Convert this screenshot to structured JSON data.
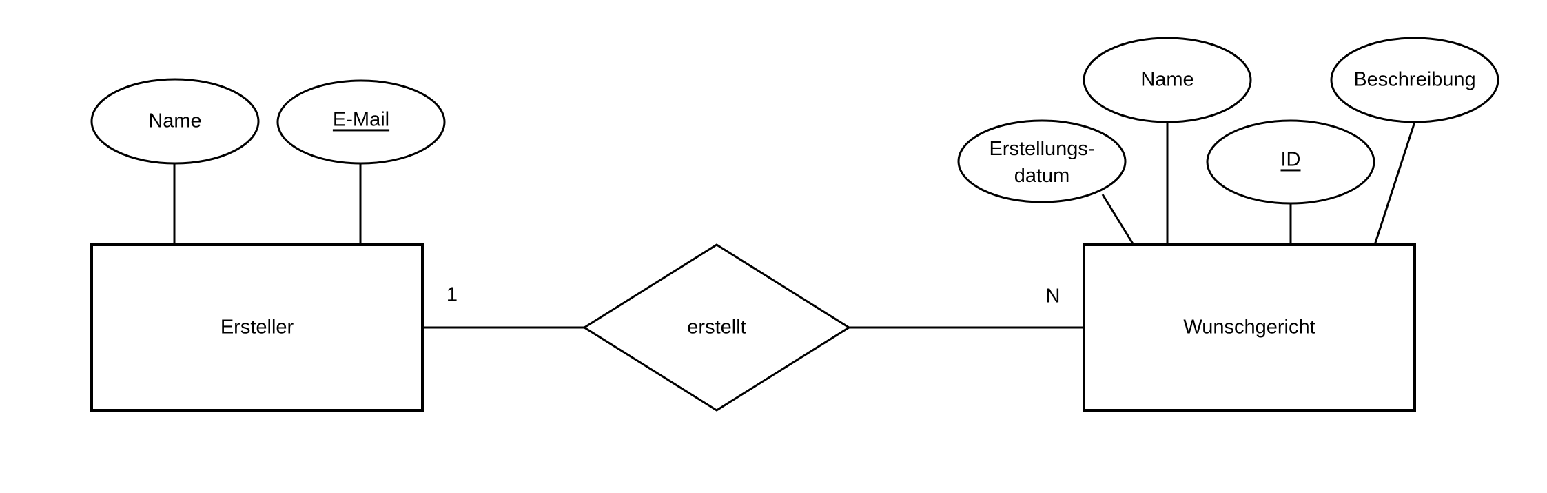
{
  "diagram": {
    "type": "entity-relationship-diagram",
    "colors": {
      "stroke": "#000000",
      "background": "#ffffff",
      "text": "#000000"
    },
    "entities": [
      {
        "id": "ersteller",
        "label": "Ersteller"
      },
      {
        "id": "wunschgericht",
        "label": "Wunschgericht"
      }
    ],
    "relationship": {
      "label": "erstellt",
      "cardinality_left": "1",
      "cardinality_right": "N"
    },
    "attributes": [
      {
        "entity": "Ersteller",
        "label": "Name",
        "key": false
      },
      {
        "entity": "Ersteller",
        "label": "E-Mail",
        "key": true
      },
      {
        "entity": "Wunschgericht",
        "label_line1": "Erstellungs-",
        "label_line2": "datum",
        "key": false
      },
      {
        "entity": "Wunschgericht",
        "label": "Name",
        "key": false
      },
      {
        "entity": "Wunschgericht",
        "label": "ID",
        "key": true
      },
      {
        "entity": "Wunschgericht",
        "label": "Beschreibung",
        "key": false
      }
    ]
  }
}
